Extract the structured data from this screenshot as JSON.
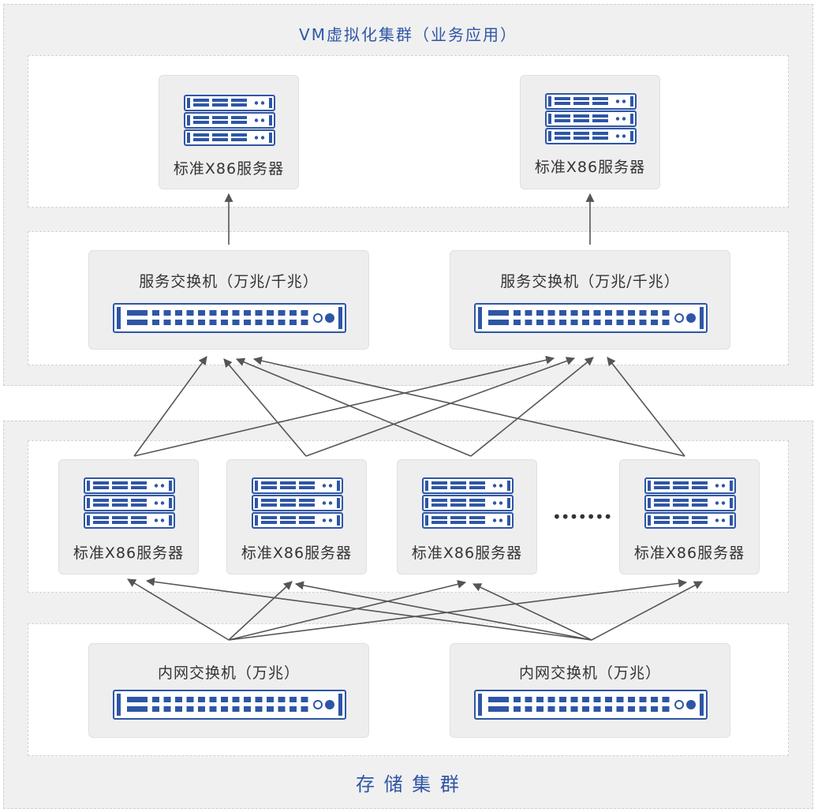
{
  "clusters": {
    "vm": {
      "title": "VM虚拟化集群（业务应用）"
    },
    "storage": {
      "title": "存 储 集 群"
    }
  },
  "vm_servers": [
    {
      "label": "标准X86服务器",
      "icon": "rack-server-icon"
    },
    {
      "label": "标准X86服务器",
      "icon": "rack-server-icon"
    }
  ],
  "service_switches": [
    {
      "label": "服务交换机（万兆/千兆）",
      "icon": "network-switch-icon"
    },
    {
      "label": "服务交换机（万兆/千兆）",
      "icon": "network-switch-icon"
    }
  ],
  "storage_servers": [
    {
      "label": "标准X86服务器",
      "icon": "rack-server-icon"
    },
    {
      "label": "标准X86服务器",
      "icon": "rack-server-icon"
    },
    {
      "label": "标准X86服务器",
      "icon": "rack-server-icon"
    },
    {
      "label": "标准X86服务器",
      "icon": "rack-server-icon"
    }
  ],
  "ellipsis": "•••••••",
  "internal_switches": [
    {
      "label": "内网交换机（万兆）",
      "icon": "network-switch-icon"
    },
    {
      "label": "内网交换机（万兆）",
      "icon": "network-switch-icon"
    }
  ],
  "colors": {
    "device_blue": "#2e56a6",
    "title_blue": "#2e56a6",
    "arrow": "#555555",
    "cluster_bg": "#f0f0f0",
    "tier_bg": "#ffffff",
    "node_bg": "#eeeeee"
  }
}
